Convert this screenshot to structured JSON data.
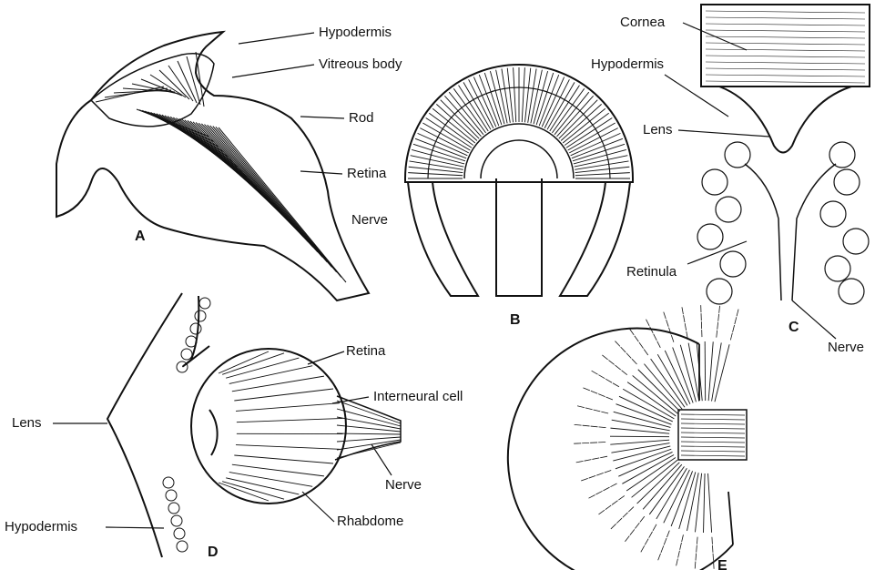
{
  "labels": {
    "hypodermis_a": "Hypodermis",
    "vitreous_body": "Vitreous body",
    "rod": "Rod",
    "retina_a": "Retina",
    "nerve_a": "Nerve",
    "cornea": "Cornea",
    "hypodermis_c": "Hypodermis",
    "lens_c": "Lens",
    "retinula": "Retinula",
    "nerve_c": "Nerve",
    "retina_d": "Retina",
    "interneural_cell": "Interneural cell",
    "lens_d": "Lens",
    "nerve_d": "Nerve",
    "rhabdome": "Rhabdome",
    "hypodermis_d": "Hypodermis"
  },
  "panels": {
    "a": "A",
    "b": "B",
    "c": "C",
    "d": "D",
    "e": "E"
  }
}
